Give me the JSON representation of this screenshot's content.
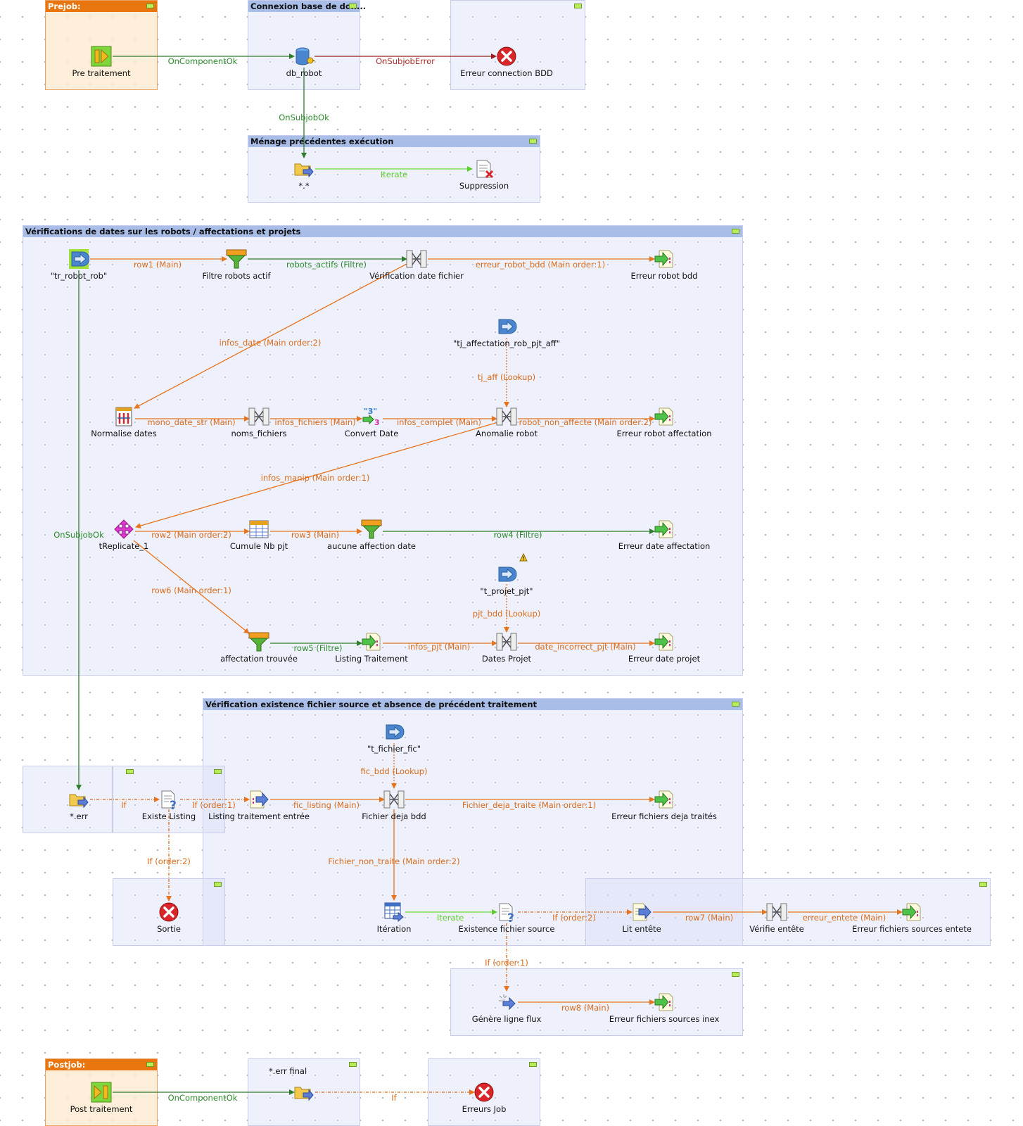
{
  "subjobs": {
    "prejob": "Prejob:",
    "connexion": "Connexion base de don...",
    "menage": "Ménage précédentes exécution",
    "verif_dates": "Vérifications de dates sur les robots / affectations et projets",
    "verif_existence": "Vérification existence fichier source et absence de précédent traitement",
    "postjob": "Postjob:"
  },
  "components": {
    "pre_traitement": "Pre traitement",
    "db_robot": "db_robot",
    "erreur_connection": "Erreur connection BDD",
    "star_star": "*.*",
    "suppression": "Suppression",
    "tr_robot_rob": "\"tr_robot_rob\"",
    "filtre_robots": "Filtre robots actif",
    "verif_date_fichier": "Vérification date fichier",
    "erreur_robot_bdd": "Erreur robot bdd",
    "tj_affectation": "\"tj_affectation_rob_pjt_aff\"",
    "normalise_dates": "Normalise dates",
    "noms_fichiers": "noms_fichiers",
    "convert_date": "Convert Date",
    "anomalie_robot": "Anomalie robot",
    "erreur_robot_affectation": "Erreur robot affectation",
    "treplicate": "tReplicate_1",
    "cumule_nb": "Cumule Nb pjt",
    "aucune_affection": "aucune affection date",
    "erreur_date_affectation": "Erreur date affectation",
    "t_projet_pjt": "\"t_projet_pjt\"",
    "affectation_trouvee": "affectation trouvée",
    "listing_traitement": "Listing Traitement",
    "dates_projet": "Dates Projet",
    "erreur_date_projet": "Erreur date projet",
    "t_fichier_fic": "\"t_fichier_fic\"",
    "star_err": "*.err",
    "existe_listing": "Existe Listing",
    "listing_entree": "Listing traitement entrée",
    "fichier_deja_bdd": "Fichier deja bdd",
    "erreur_fichiers_deja": "Erreur fichiers deja traités",
    "sortie": "Sortie",
    "iteration": "Itération",
    "existence_fichier": "Existence fichier source",
    "lit_entete": "Lit entête",
    "verifie_entete": "Vérifie entête",
    "erreur_sources_entete": "Erreur fichiers sources entete",
    "genere_ligne": "Génère ligne flux",
    "erreur_sources_inex": "Erreur fichiers sources inex",
    "post_traitement": "Post traitement",
    "err_final": "*.err final",
    "erreurs_job": "Erreurs Job"
  },
  "links": {
    "on_component_ok_1": "OnComponentOk",
    "on_subjob_error": "OnSubjobError",
    "on_subjob_ok_1": "OnSubjobOk",
    "iterate_1": "Iterate",
    "row1": "row1 (Main)",
    "robots_actifs": "robots_actifs (Filtre)",
    "erreur_robot_bdd": "erreur_robot_bdd (Main order:1)",
    "infos_date": "infos_date (Main order:2)",
    "tj_aff": "tj_aff (Lookup)",
    "mono_date_str": "mono_date_str (Main)",
    "infos_fichiers": "infos_fichiers (Main)",
    "infos_complet": "infos_complet (Main)",
    "robot_non_affecte": "robot_non_affecte (Main order:2)",
    "infos_manip": "infos_manip (Main order:1)",
    "on_subjob_ok_2": "OnSubjobOk",
    "row2": "row2 (Main order:2)",
    "row3": "row3 (Main)",
    "row4": "row4 (Filtre)",
    "row6": "row6 (Main order:1)",
    "pjt_bdd": "pjt_bdd (Lookup)",
    "row5": "row5 (Filtre)",
    "infos_pjt": "infos_pjt (Main)",
    "date_incorrect_pjt": "date_incorrect_pjt (Main)",
    "fic_bdd": "fic_bdd (Lookup)",
    "if_1": "If",
    "if_order1_a": "If (order:1)",
    "fic_listing": "fic_listing (Main)",
    "fichier_deja_traite": "Fichier_deja_traite (Main order:1)",
    "if_order2_a": "If (order:2)",
    "fichier_non_traite": "Fichier_non_traite (Main order:2)",
    "iterate_2": "Iterate",
    "if_order2_b": "If (order:2)",
    "row7": "row7 (Main)",
    "erreur_entete": "erreur_entete (Main)",
    "if_order1_b": "If (order:1)",
    "row8": "row8 (Main)",
    "on_component_ok_2": "OnComponentOk",
    "if_2": "If"
  },
  "colors": {
    "main_link": "#e8741e",
    "trigger_ok": "#2e8b2e",
    "trigger_error": "#9b1c1c",
    "iterate": "#66dd33",
    "subjob_header": "#a8bde8",
    "prejob_header": "#e9750f"
  }
}
